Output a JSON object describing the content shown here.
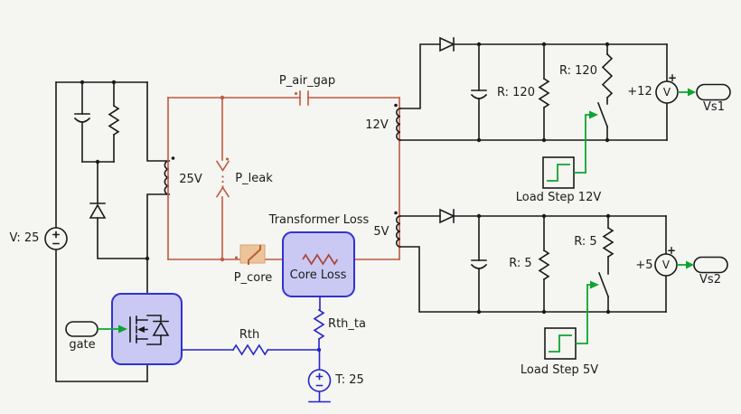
{
  "colors": {
    "background": "#f5f5f2",
    "wire_black": "#1a1a1a",
    "magnetic_red": "#c0583e",
    "core_loss_red": "#a84838",
    "thermal_blue": "#2323cc",
    "control_green": "#0da52f",
    "box_fill": "#c9c9f3",
    "box_border": "#3232d0",
    "p_core_fill": "#edc49a",
    "p_core_stroke": "#b2622f"
  },
  "primary": {
    "source_label": "V: 25",
    "winding_label": "25V",
    "gate_label": "gate"
  },
  "magnetic": {
    "air_gap_probe": "P_air_gap",
    "leakage_probe": "P_leak",
    "core_probe": "P_core",
    "loss_box_title": "Transformer Loss",
    "core_loss_label": "Core Loss"
  },
  "thermal": {
    "rth_label": "Rth",
    "rth_ta_label": "Rth_ta",
    "ambient_label": "T: 25"
  },
  "rail12": {
    "winding_label": "12V",
    "load_resistor": "R: 120",
    "step_resistor": "R: 120",
    "voltmeter_value": "+12",
    "voltmeter_symbol": "V",
    "voltmeter_plus": "+",
    "probe_label": "Vs1",
    "step_label": "Load Step 12V"
  },
  "rail5": {
    "winding_label": "5V",
    "load_resistor": "R: 5",
    "step_resistor": "R: 5",
    "voltmeter_value": "+5",
    "voltmeter_symbol": "V",
    "voltmeter_plus": "+",
    "probe_label": "Vs2",
    "step_label": "Load Step 5V"
  }
}
